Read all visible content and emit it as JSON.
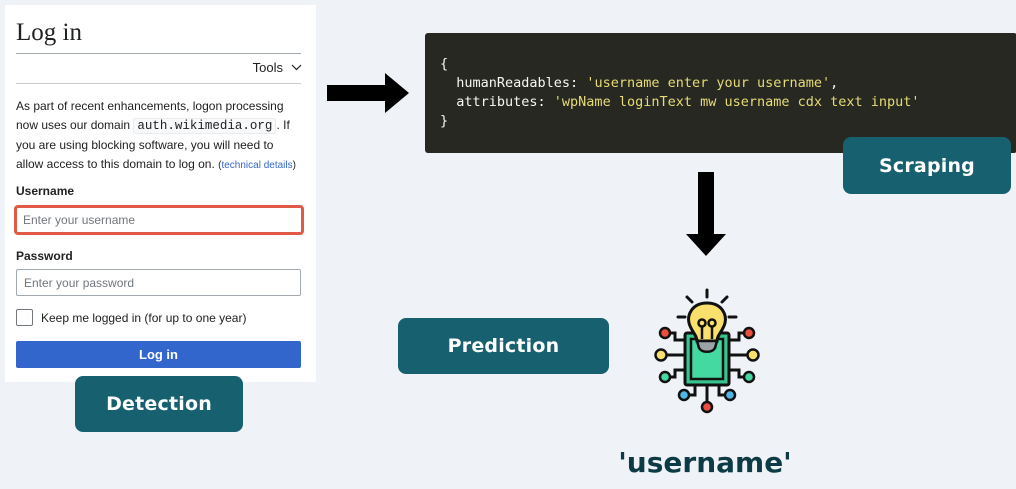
{
  "login_panel": {
    "title": "Log in",
    "tools_label": "Tools",
    "notice_before": "As part of recent enhancements, logon processing now uses our domain ",
    "notice_domain": "auth.wikimedia.org",
    "notice_after": ". If you are using blocking software, you will need to allow access to this domain to log on. ",
    "notice_link_open": "(",
    "notice_link": "technical details",
    "notice_link_close": ")",
    "username_label": "Username",
    "username_placeholder": "Enter your username",
    "password_label": "Password",
    "password_placeholder": "Enter your password",
    "keep_logged_in_label": "Keep me logged in (for up to one year)",
    "login_button": "Log in"
  },
  "stages": {
    "detection": "Detection",
    "scraping": "Scraping",
    "prediction": "Prediction"
  },
  "code": {
    "open_brace": "{",
    "line1_key": "  humanReadables: ",
    "line1_value": "'username enter your username'",
    "line1_tail": ",",
    "line2_key": "  attributes: ",
    "line2_value": "'wpName loginText mw username cdx text input'",
    "close_brace": "}"
  },
  "result": {
    "prediction_value": "'username'"
  },
  "icons": {
    "right_arrow": "arrow-right-icon",
    "down_arrow": "arrow-down-icon",
    "ai": "ai-lightbulb-circuit-icon"
  },
  "colors": {
    "background": "#eff3f7",
    "pill": "#17606f",
    "highlight_border": "#e05a47",
    "login_button": "#3366cc",
    "code_bg": "#272822",
    "code_string": "#e6db74",
    "result_text": "#0d3b45"
  }
}
